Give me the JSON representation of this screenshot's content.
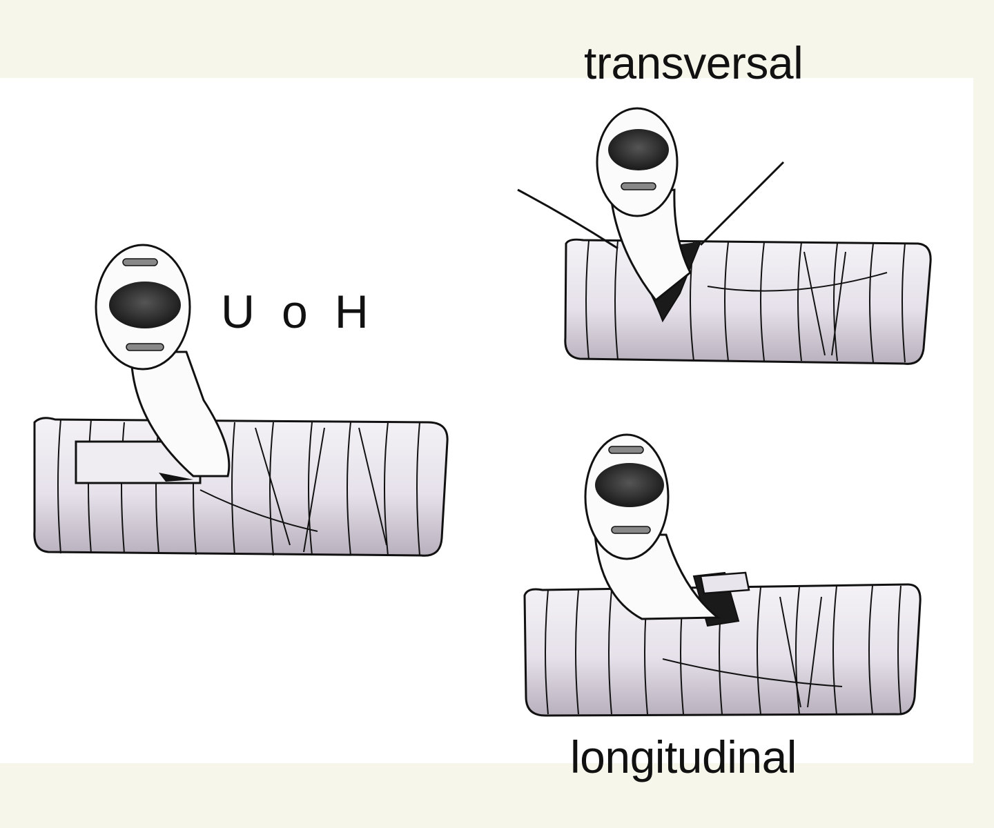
{
  "labels": {
    "transversal": "transversal",
    "uoh": "U o H",
    "longitudinal": "longitudinal"
  },
  "colors": {
    "background": "#f6f6ea",
    "panel": "#ffffff",
    "trachea_fill": "#e9e5ec",
    "trachea_shadow": "#b9b2bd",
    "ink": "#111111",
    "tube_fill": "#fbfbfb"
  },
  "illustrations": [
    {
      "name": "trachea-uoh-incision",
      "label_key": "uoh"
    },
    {
      "name": "trachea-transversal-incision",
      "label_key": "transversal"
    },
    {
      "name": "trachea-longitudinal-incision",
      "label_key": "longitudinal"
    }
  ]
}
